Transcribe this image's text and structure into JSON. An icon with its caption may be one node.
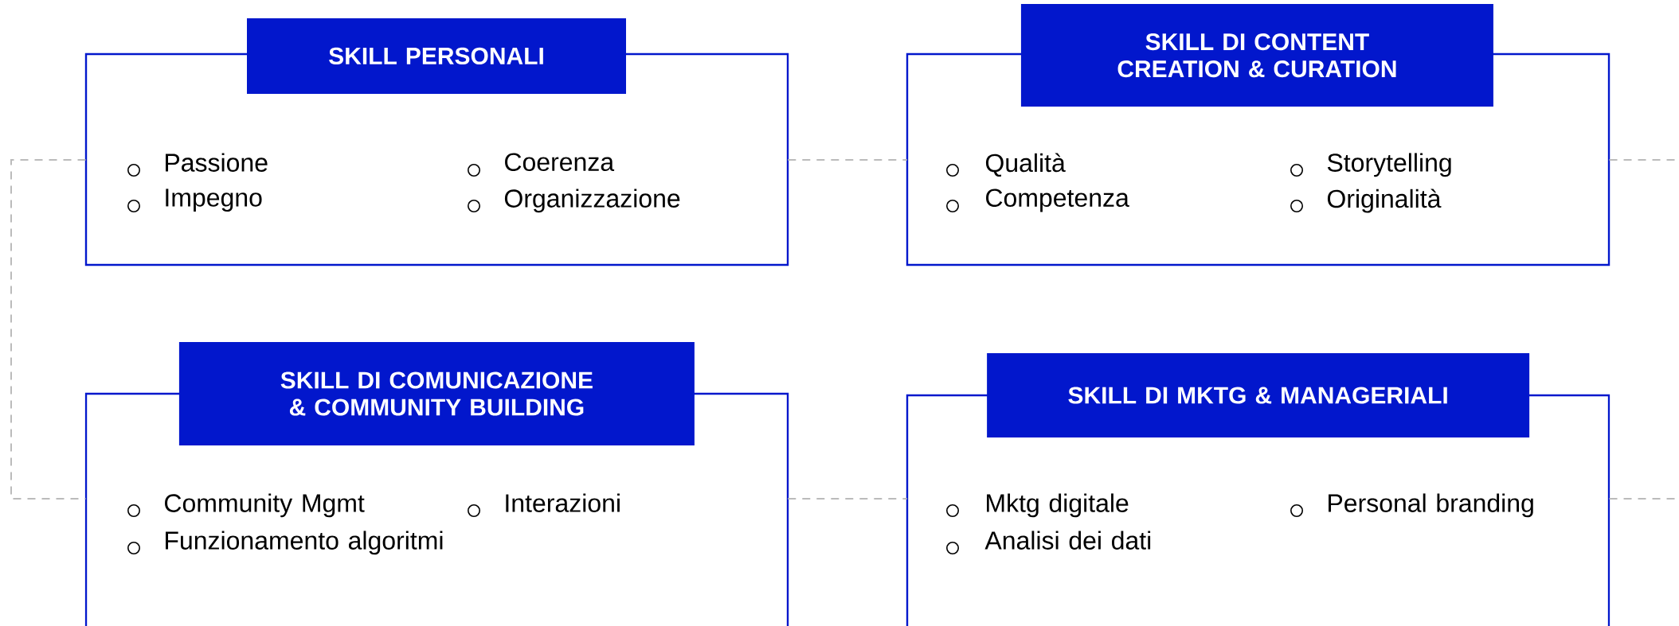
{
  "diagram": {
    "nodes": [
      {
        "text": [
          "SKILL PERSONALI",
          "Passione",
          "Impegno",
          "Coerenza",
          "Organizzazione"
        ]
      },
      {
        "text": [
          "SKILL DI CONTENT CREATION & CURATION",
          "Qualità",
          "Competenza",
          "Storytelling",
          "Originalità"
        ]
      },
      {
        "text": [
          "SKILL DI COMUNICAZIONE & COMMUNITY BUILDING",
          "Community Mgmt",
          "Funzionamento algoritmi",
          "Interazioni"
        ]
      },
      {
        "text": [
          "SKILL DI MKTG & MANAGERIALI",
          "Mktg digitale",
          "Analisi dei dati",
          "Personal branding"
        ]
      }
    ],
    "edges": [
      {
        "from": 0,
        "to": 1,
        "arrow": "none",
        "style": "dashed"
      },
      {
        "from": 0,
        "to": 2,
        "arrow": "none",
        "style": "dashed"
      },
      {
        "from": 2,
        "to": 3,
        "arrow": "none",
        "style": "dashed"
      },
      {
        "from": 1,
        "to": null,
        "arrow": "none",
        "style": "dashed"
      },
      {
        "from": 3,
        "to": null,
        "arrow": "none",
        "style": "dashed"
      }
    ]
  }
}
